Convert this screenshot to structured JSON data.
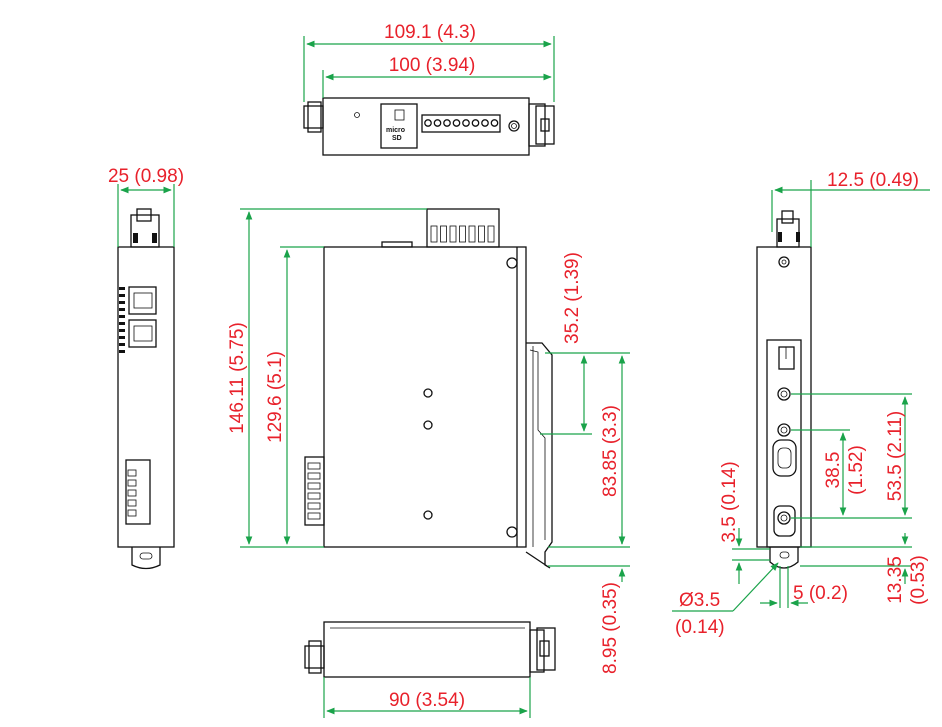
{
  "dimensions": {
    "top_overall": "109.1 (4.3)",
    "top_body": "100 (3.94)",
    "side_width": "25 (0.98)",
    "right_width": "12.5 (0.49)",
    "height_overall": "146.11 (5.75)",
    "height_body": "129.6 (5.1)",
    "din_upper": "35.2 (1.39)",
    "din_span": "83.85 (3.3)",
    "din_lower": "8.95 (0.35)",
    "bottom_depth": "90 (3.54)",
    "slot_offset": "3.5 (0.14)",
    "hole_dia_a": "Ø3.5",
    "hole_dia_b": "(0.14)",
    "tab_width": "5 (0.2)",
    "screw_a": "38.5",
    "screw_b": "(1.52)",
    "screw_span": "53.5 (2.11)",
    "tab_height_a": "13.35",
    "tab_height_b": "(0.53)"
  },
  "labels": {
    "sd_a": "micro",
    "sd_b": "SD"
  },
  "colors": {
    "dimension_text": "#e8212b",
    "dimension_lines": "#1aa34a",
    "outline": "#111111"
  }
}
